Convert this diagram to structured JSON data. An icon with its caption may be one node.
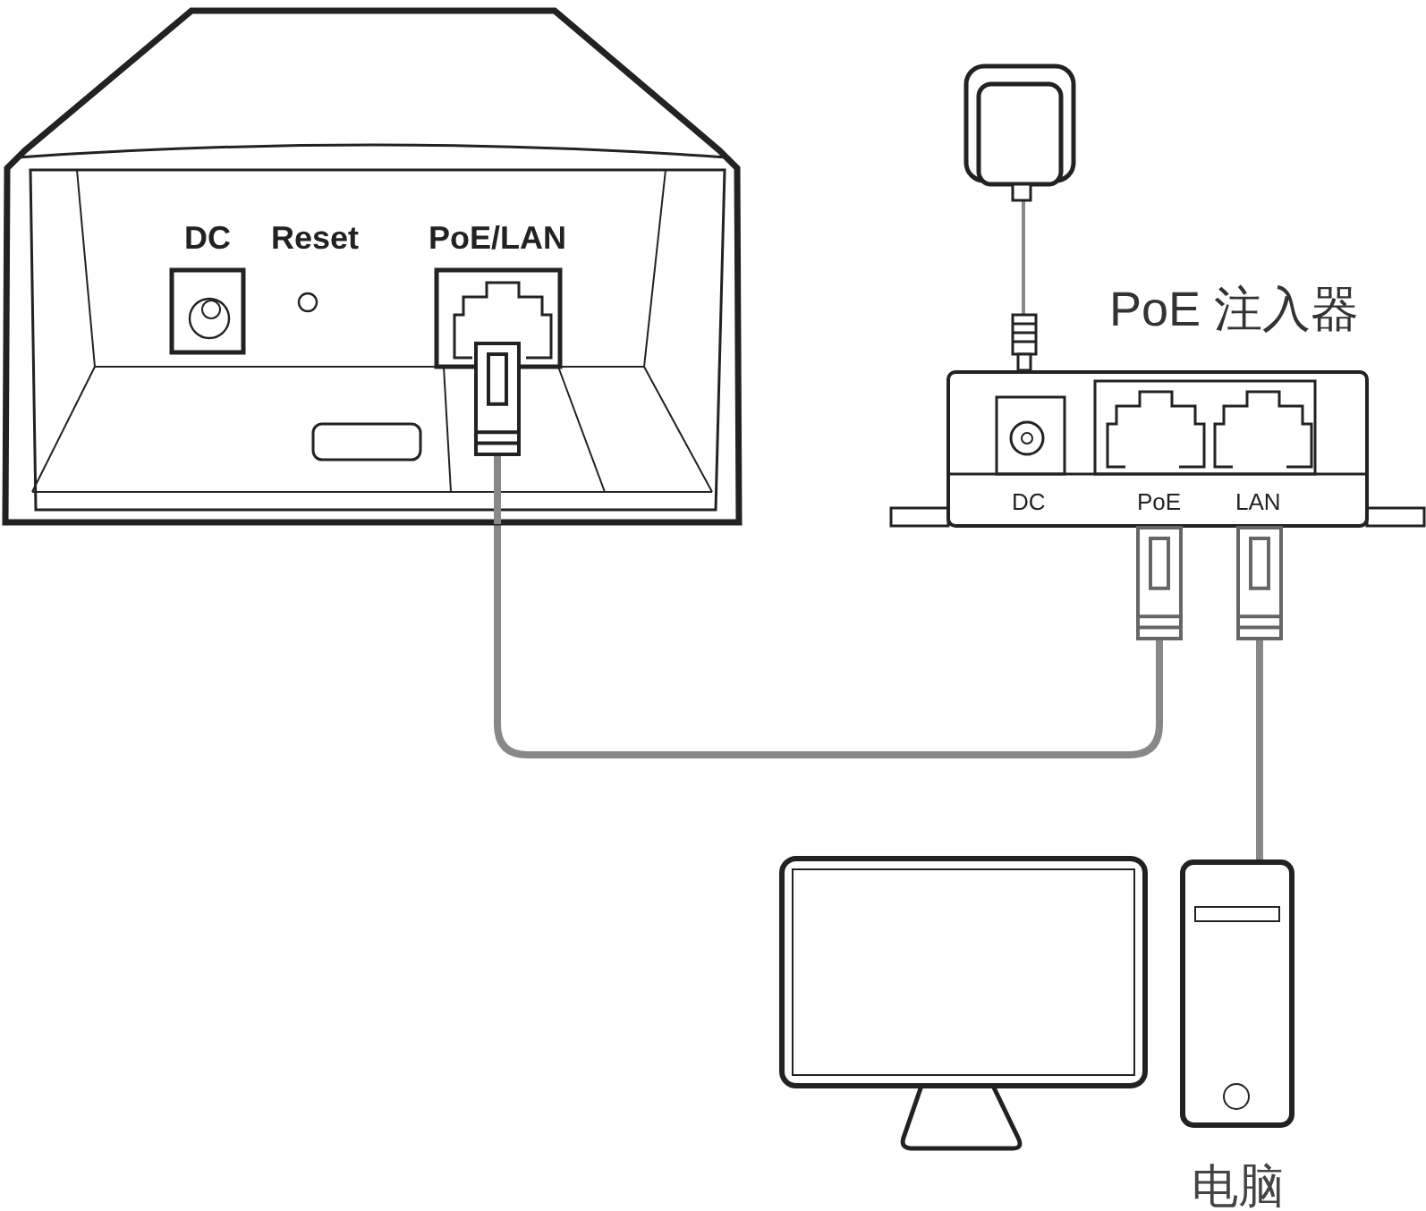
{
  "diagram": {
    "nodes": [
      {
        "text": [
          "DC",
          "Reset",
          "PoE/LAN"
        ]
      },
      {
        "text": [],
        "shape": "picture"
      },
      {
        "text": [
          "PoE 注入器",
          "DC",
          "PoE",
          "LAN"
        ]
      },
      {
        "text": [
          "电脑"
        ]
      }
    ],
    "edges": [
      {
        "from": 1,
        "to": 2,
        "arrow": "none"
      },
      {
        "from": 2,
        "to": 0,
        "arrow": "none"
      },
      {
        "from": 2,
        "to": 3,
        "arrow": "none"
      }
    ]
  }
}
